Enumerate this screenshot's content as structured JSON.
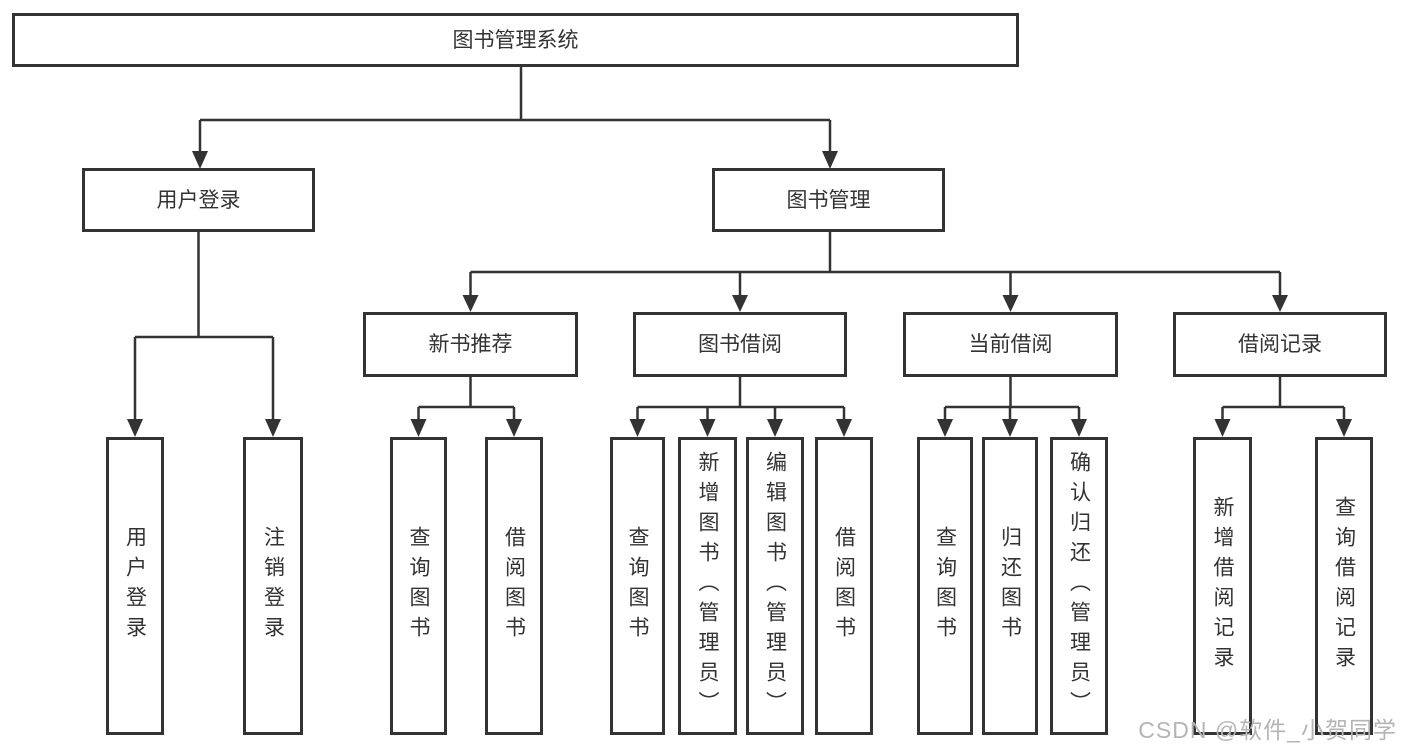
{
  "nodes": {
    "root": {
      "label": "图书管理系统"
    },
    "user_login": {
      "label": "用户登录"
    },
    "book_mgmt": {
      "label": "图书管理"
    },
    "new_book": {
      "label": "新书推荐"
    },
    "book_borrow": {
      "label": "图书借阅"
    },
    "current_borrow": {
      "label": "当前借阅"
    },
    "borrow_record": {
      "label": "借阅记录"
    },
    "leaf_user_login": {
      "label": "用户登录"
    },
    "leaf_logout": {
      "label": "注销登录"
    },
    "leaf_nb_query": {
      "label": "查询图书"
    },
    "leaf_nb_borrow": {
      "label": "借阅图书"
    },
    "leaf_bb_query": {
      "label": "查询图书"
    },
    "leaf_bb_add": {
      "label": "新增图书（管理员）"
    },
    "leaf_bb_edit": {
      "label": "编辑图书（管理员）"
    },
    "leaf_bb_borrow": {
      "label": "借阅图书"
    },
    "leaf_cb_query": {
      "label": "查询图书"
    },
    "leaf_cb_return": {
      "label": "归还图书"
    },
    "leaf_cb_confirm": {
      "label": "确认归还（管理员）"
    },
    "leaf_br_add": {
      "label": "新增借阅记录"
    },
    "leaf_br_query": {
      "label": "查询借阅记录"
    }
  },
  "watermark": "CSDN @软件_小贺同学",
  "colors": {
    "line": "#333333",
    "text": "#333333",
    "watermark": "#b5b5b5",
    "background": "#ffffff"
  }
}
